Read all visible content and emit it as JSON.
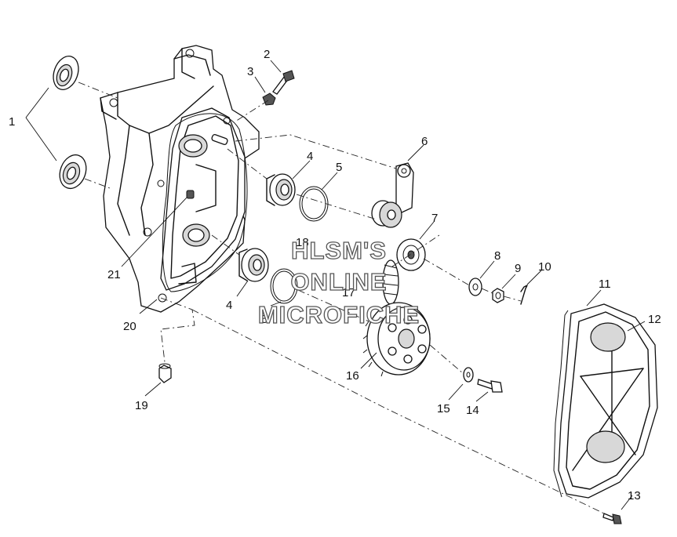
{
  "watermark": {
    "line1": "HLSM'S",
    "line2": "ONLINE",
    "line3": "MICROFICHE"
  },
  "callouts": [
    {
      "id": "1",
      "text": "1"
    },
    {
      "id": "2",
      "text": "2"
    },
    {
      "id": "3",
      "text": "3"
    },
    {
      "id": "4a",
      "text": "4"
    },
    {
      "id": "4b",
      "text": "4"
    },
    {
      "id": "5a",
      "text": "5"
    },
    {
      "id": "5b",
      "text": "5"
    },
    {
      "id": "6",
      "text": "6"
    },
    {
      "id": "7",
      "text": "7"
    },
    {
      "id": "8",
      "text": "8"
    },
    {
      "id": "9",
      "text": "9"
    },
    {
      "id": "10",
      "text": "10"
    },
    {
      "id": "11",
      "text": "11"
    },
    {
      "id": "12",
      "text": "12"
    },
    {
      "id": "13",
      "text": "13"
    },
    {
      "id": "14",
      "text": "14"
    },
    {
      "id": "15",
      "text": "15"
    },
    {
      "id": "16",
      "text": "16"
    },
    {
      "id": "17",
      "text": "17"
    },
    {
      "id": "18",
      "text": "18"
    },
    {
      "id": "19",
      "text": "19"
    },
    {
      "id": "20",
      "text": "20"
    },
    {
      "id": "21",
      "text": "21"
    }
  ]
}
